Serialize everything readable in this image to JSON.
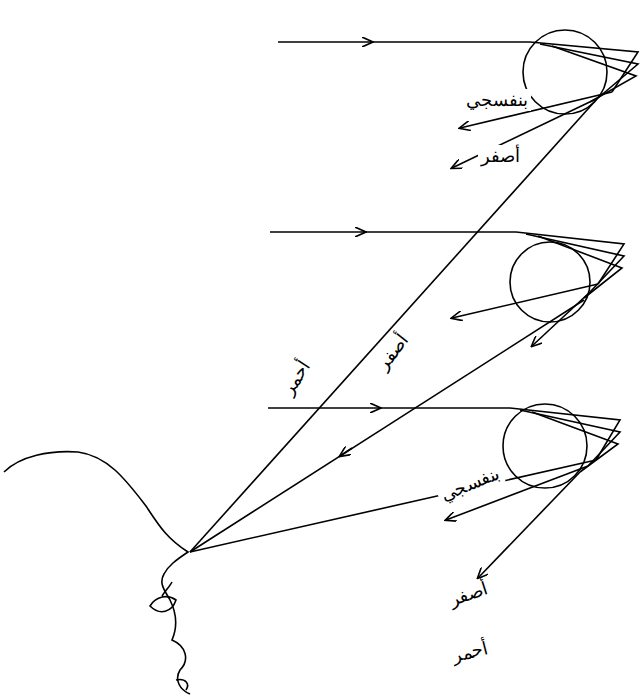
{
  "diagram": {
    "labels": [
      "بنفسجي",
      "أصفر",
      "أحمر",
      "أصفر",
      "بنفسجي",
      "أصفر",
      "أحمر"
    ]
  }
}
